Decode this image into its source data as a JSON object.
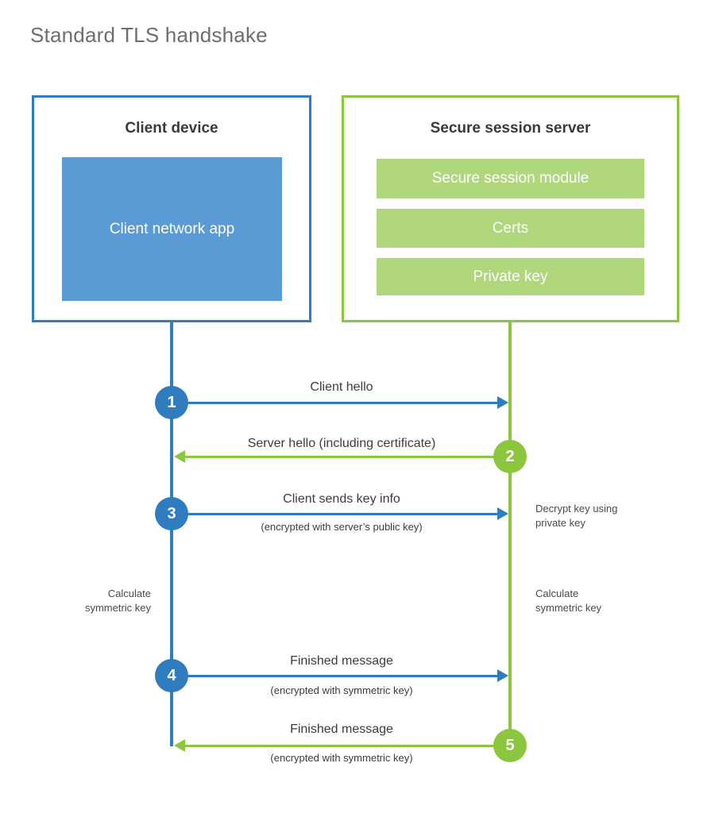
{
  "page": {
    "title": "Standard TLS handshake",
    "background": "#ffffff"
  },
  "colors": {
    "client_blue": "#2f7cbf",
    "client_app_fill": "#5b9bd5",
    "server_green": "#8cc63e",
    "server_bar_fill": "#b0d77c",
    "text_dark": "#3a3a3a",
    "title_gray": "#6e6e6e"
  },
  "client": {
    "title": "Client device",
    "app_label": "Client network app"
  },
  "server": {
    "title": "Secure session server",
    "components": [
      {
        "label": "Secure session module"
      },
      {
        "label": "Certs"
      },
      {
        "label": "Private key"
      }
    ]
  },
  "steps": [
    {
      "number": "1",
      "actor": "client",
      "label": "Client hello",
      "sublabel": "",
      "direction": "client-to-server"
    },
    {
      "number": "2",
      "actor": "server",
      "label": "Server hello (including certificate)",
      "sublabel": "",
      "direction": "server-to-client"
    },
    {
      "number": "3",
      "actor": "client",
      "label": "Client sends key info",
      "sublabel": "(encrypted with server’s public key)",
      "direction": "client-to-server"
    },
    {
      "number": "4",
      "actor": "client",
      "label": "Finished message",
      "sublabel": "(encrypted with symmetric key)",
      "direction": "client-to-server"
    },
    {
      "number": "5",
      "actor": "server",
      "label": "Finished message",
      "sublabel": "(encrypted with symmetric key)",
      "direction": "server-to-client"
    }
  ],
  "notes": {
    "client_calculate": "Calculate\nsymmetric key",
    "server_decrypt": "Decrypt key using\nprivate key",
    "server_calculate": "Calculate\nsymmetric key"
  }
}
